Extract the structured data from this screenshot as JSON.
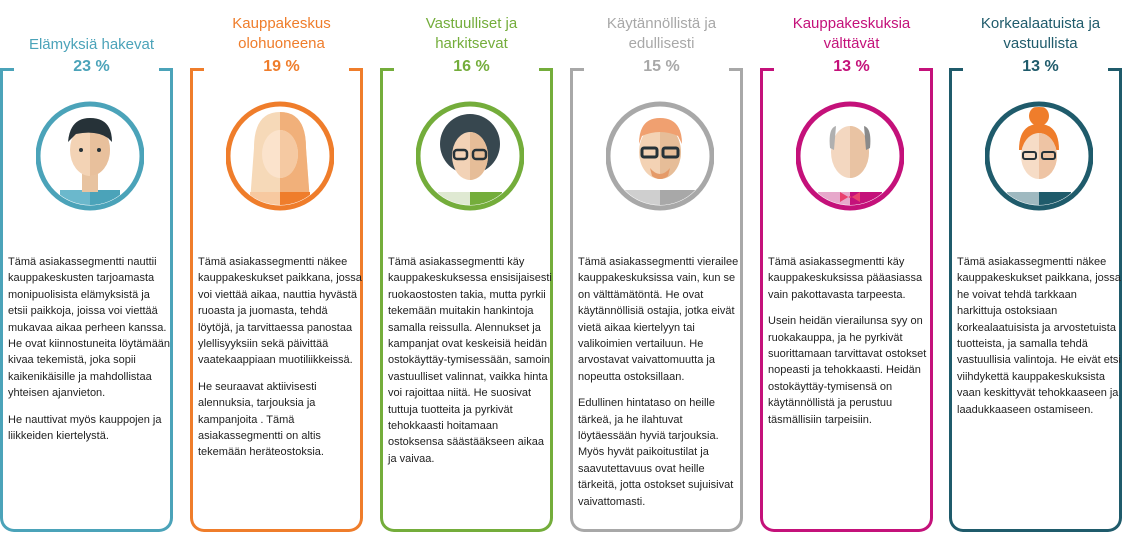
{
  "segments": [
    {
      "title_lines": [
        "Elämyksiä hakevat"
      ],
      "percent": "23 %",
      "color": "#4ba3b9",
      "paragraphs": [
        "Tämä asiakassegmentti nauttii kauppakeskusten tarjoamasta monipuolisista elämyksistä ja etsii paikkoja, joissa voi viettää mukavaa aikaa perheen kanssa. He ovat kiinnostuneita löytämään kivaa tekemistä, joka sopii kaikenikäisille ja mahdollistaa yhteisen ajanvieton.",
        "He nauttivat myös kauppojen ja liikkeiden kiertelystä."
      ]
    },
    {
      "title_lines": [
        "Kauppakeskus",
        "olohuoneena"
      ],
      "percent": "19 %",
      "color": "#ef7d2b",
      "paragraphs": [
        "Tämä asiakassegmentti näkee kauppakeskukset paikkana, jossa voi viettää aikaa, nauttia hyvästä ruoasta ja juomasta, tehdä löytöjä, ja tarvittaessa panostaa ylellisyyksiin sekä päivittää vaatekaappiaan muotiliikkeissä.",
        "He seuraavat aktiivisesti alennuksia, tarjouksia ja kampanjoita . Tämä asiakassegmentti on altis tekemään heräteostoksia."
      ]
    },
    {
      "title_lines": [
        "Vastuulliset ja",
        "harkitsevat"
      ],
      "percent": "16 %",
      "color": "#74ad3b",
      "paragraphs": [
        "Tämä asiakassegmentti käy kauppakeskuksessa ensisijaisesti ruokaostosten takia, mutta pyrkii tekemään muitakin hankintoja samalla reissulla. Alennukset ja kampanjat ovat keskeisiä heidän ostokäyttäy-tymisessään, samoin vastuulliset valinnat, vaikka hinta voi rajoittaa niitä. He suosivat tuttuja tuotteita ja pyrkivät tehokkaasti hoitamaan ostoksensa säästääkseen aikaa ja vaivaa."
      ]
    },
    {
      "title_lines": [
        "Käytännöllistä ja",
        "edullisesti"
      ],
      "percent": "15 %",
      "color": "#a8a8a8",
      "paragraphs": [
        "Tämä asiakassegmentti vierailee kauppakeskuksissa vain, kun se on välttämätöntä. He ovat käytännöllisiä ostajia, jotka eivät vietä aikaa kiertelyyn tai valikoimien vertailuun. He arvostavat vaivattomuutta ja nopeutta ostoksillaan.",
        "Edullinen hintataso on heille tärkeä, ja he ilahtuvat löytäessään hyviä tarjouksia. Myös hyvät paikoitustilat ja saavutettavuus ovat heille tärkeitä, jotta ostokset sujuisivat vaivattomasti."
      ]
    },
    {
      "title_lines": [
        "Kauppakeskuksia",
        "välttävät"
      ],
      "percent": "13 %",
      "color": "#c4117a",
      "paragraphs": [
        "Tämä asiakassegmentti käy kauppakeskuksissa pääasiassa vain pakottavasta tarpeesta.",
        "Usein heidän vierailunsa syy on ruokakauppa, ja he pyrkivät suorittamaan tarvittavat ostokset nopeasti ja tehokkaasti. Heidän ostokäyttäy-tymisensä on käytännöllistä ja perustuu täsmällisiin tarpeisiin."
      ]
    },
    {
      "title_lines": [
        "Korkealaatuista ja",
        "vastuullista"
      ],
      "percent": "13 %",
      "color": "#1f5b6b",
      "paragraphs": [
        "Tämä asiakassegmentti näkee kauppakeskukset paikkana, jossa he voivat tehdä tarkkaan harkittuja ostoksiaan korkealaatuisista ja arvostetuista tuotteista, ja samalla tehdä vastuullisia valintoja. He eivät etsi viihdykettä kauppakeskuksista vaan keskittyvät tehokkaaseen ja laadukkaaseen ostamiseen."
      ]
    }
  ]
}
